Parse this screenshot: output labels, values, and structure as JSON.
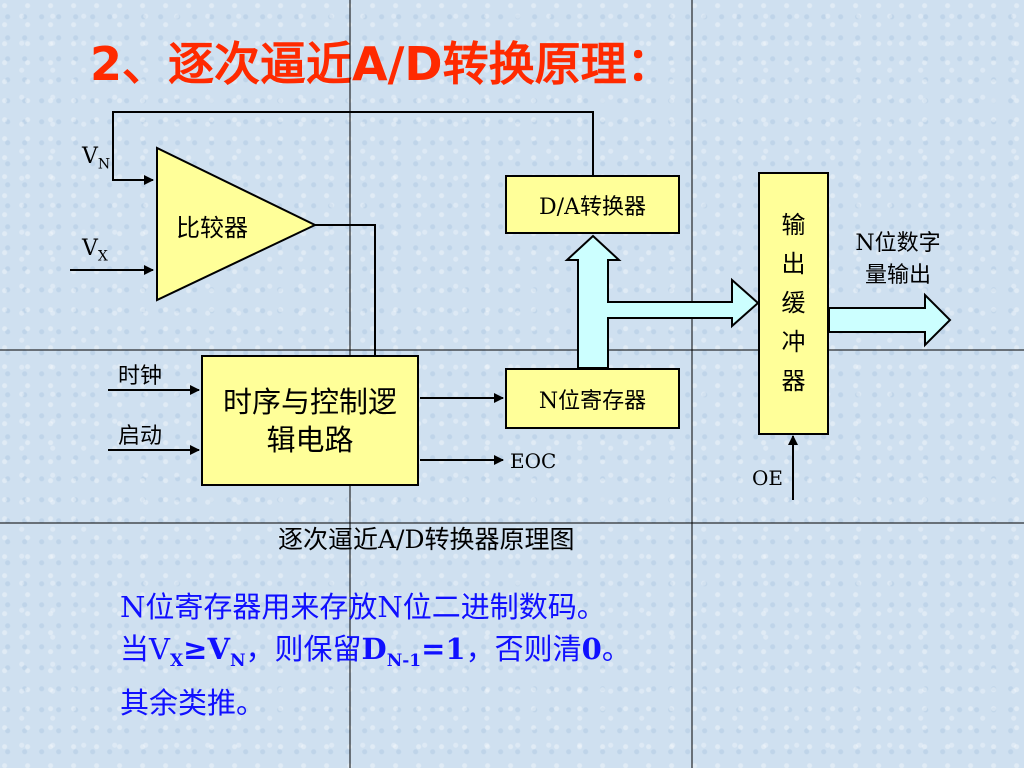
{
  "title": "2、逐次逼近A/D转换原理：",
  "diagram": {
    "labels": {
      "vn_main": "V",
      "vn_sub": "N",
      "vx_main": "V",
      "vx_sub": "X",
      "clock": "时钟",
      "start": "启动",
      "eoc": "EOC",
      "oe": "OE",
      "n_bit_output": "N位数字量输出"
    },
    "blocks": {
      "comparator": "比较器",
      "da_converter": "D/A转换器",
      "timing_logic": "时序与控制逻辑电路",
      "n_bit_register": "N位寄存器",
      "output_buffer": "输出缓冲器"
    },
    "caption": "逐次逼近A/D转换器原理图"
  },
  "body": {
    "line1": "N位寄存器用来存放N位二进制数码。",
    "line2": {
      "part1": "当V",
      "x_sub": "X",
      "ge": "≥V",
      "n_sub": "N",
      "part2": "，则保留",
      "d": "D",
      "d_sub": "N-1",
      "eq": "=1",
      "part3": "，否则清",
      "zero": "0",
      "end": "。"
    },
    "line3": "其余类推。"
  },
  "colors": {
    "title": "#ff2a00",
    "body_text": "#1010ff",
    "block_fill": "#ffff99",
    "bus_arrow_fill": "#ccffff",
    "background": "#cfe0f0"
  }
}
